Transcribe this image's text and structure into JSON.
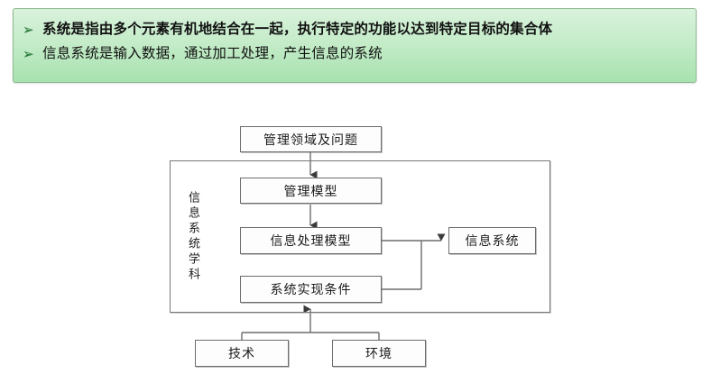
{
  "banner": {
    "bullets": [
      {
        "marker": "➢",
        "text": "系统是指由多个元素有机地结合在一起，执行特定的功能以达到特定目标的集合体"
      },
      {
        "marker": "➢",
        "text": "信息系统是输入数据，通过加工处理，产生信息的系统"
      }
    ],
    "colors": {
      "fill_top": "#d9f2dc",
      "fill_bottom": "#a8e2b0",
      "border": "#8fb98f",
      "marker": "#1f7a33"
    }
  },
  "diagram": {
    "container_label": "信息系统学科",
    "nodes": {
      "top": "管理领域及问题",
      "management_model": "管理模型",
      "info_process_model": "信息处理模型",
      "system_conditions": "系统实现条件",
      "info_system": "信息系统",
      "technology": "技术",
      "environment": "环境"
    },
    "colors": {
      "node_border": "#6d6d6d",
      "node_fill": "#fdfdfd",
      "wire": "#6d6d6d"
    }
  }
}
